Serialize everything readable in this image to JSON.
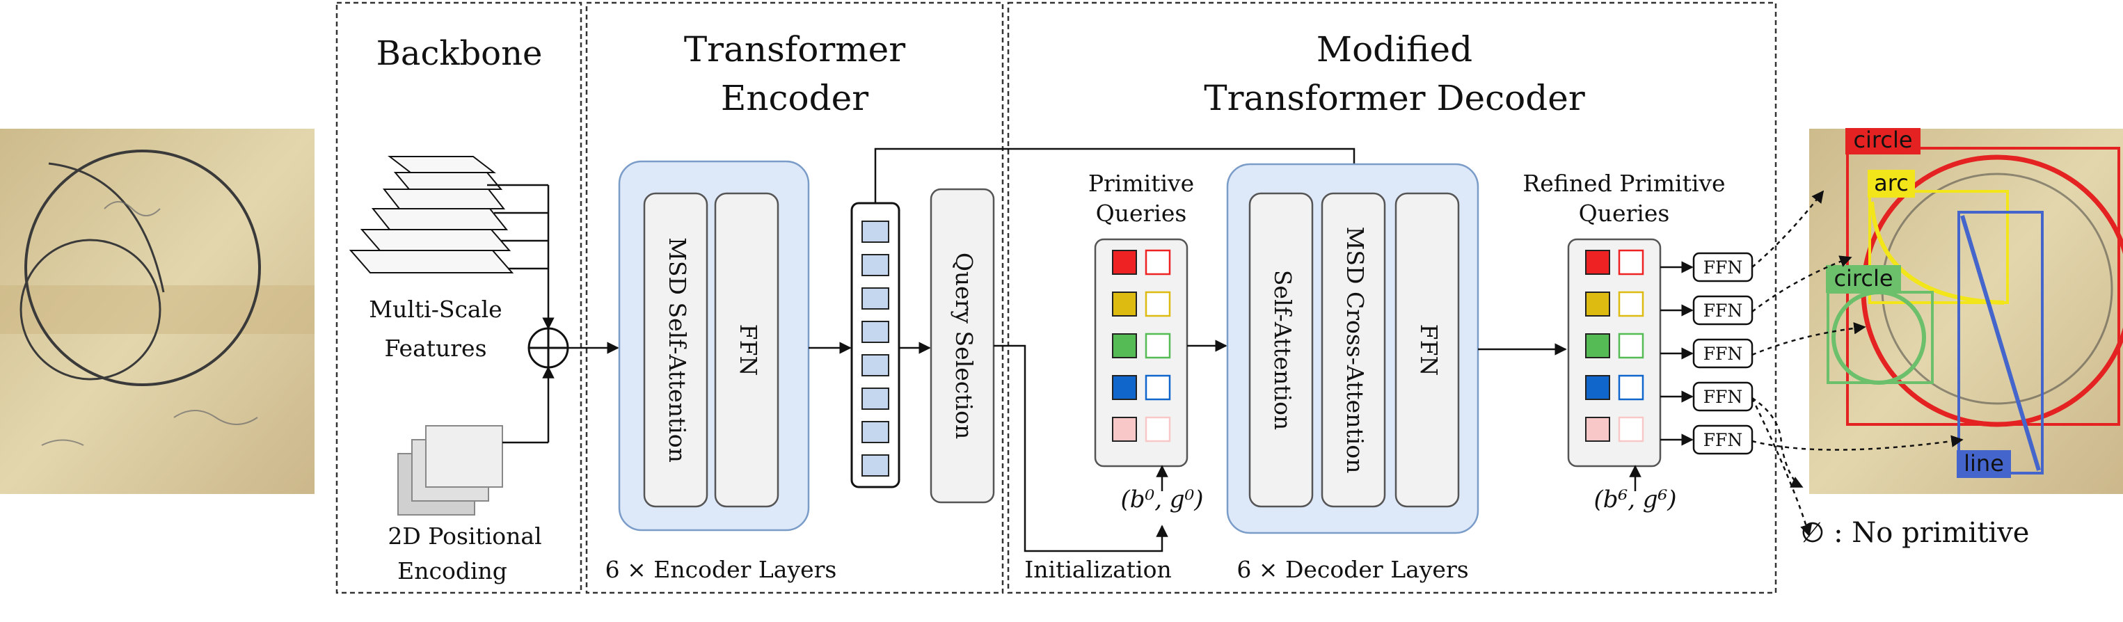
{
  "sections": {
    "backbone": {
      "title": "Backbone",
      "features_label_1": "Multi-Scale",
      "features_label_2": "Features",
      "pos_label_1": "2D Positional",
      "pos_label_2": "Encoding"
    },
    "encoder": {
      "title_1": "Transformer",
      "title_2": "Encoder",
      "block_msd": "MSD Self-Attention",
      "block_ffn": "FFN",
      "query_selection": "Query Selection",
      "layers": "6 × Encoder Layers"
    },
    "decoder": {
      "title_1": "Modified",
      "title_2": "Transformer Decoder",
      "queries_title_1": "Primitive",
      "queries_title_2": "Queries",
      "init_label": "(b⁰, g⁰)",
      "initialization": "Initialization",
      "block_self": "Self-Attention",
      "block_cross": "MSD Cross-Attention",
      "block_ffn": "FFN",
      "layers": "6 × Decoder Layers"
    }
  },
  "output": {
    "refined_title_1": "Refined Primitive",
    "refined_title_2": "Queries",
    "refined_label": "(b⁶, g⁶)",
    "ffn_labels": [
      "FFN",
      "FFN",
      "FFN",
      "FFN",
      "FFN"
    ],
    "no_primitive": "∅ : No primitive"
  },
  "query_colors": [
    {
      "fill": "#ee2222",
      "outline": "#ee2222"
    },
    {
      "fill": "#ddbb11",
      "outline": "#ddbb11"
    },
    {
      "fill": "#55bb55",
      "outline": "#55bb55"
    },
    {
      "fill": "#1166cc",
      "outline": "#1166cc"
    },
    {
      "fill": "#f8c8c8",
      "outline": "#f8c8c8"
    }
  ],
  "detections": {
    "labels": [
      "circle",
      "arc",
      "circle",
      "line"
    ],
    "colors": {
      "circle_big": "#e52222",
      "arc": "#f2e61a",
      "circle_small": "#6cc06c",
      "line": "#4466cc"
    }
  },
  "colors": {
    "block_fill": "#dde8f8",
    "block_stroke": "#7a9cc8",
    "inner_fill": "#f2f2f2",
    "inner_stroke": "#555555",
    "dash": "#333333",
    "parchment": "#d9c9a0"
  }
}
